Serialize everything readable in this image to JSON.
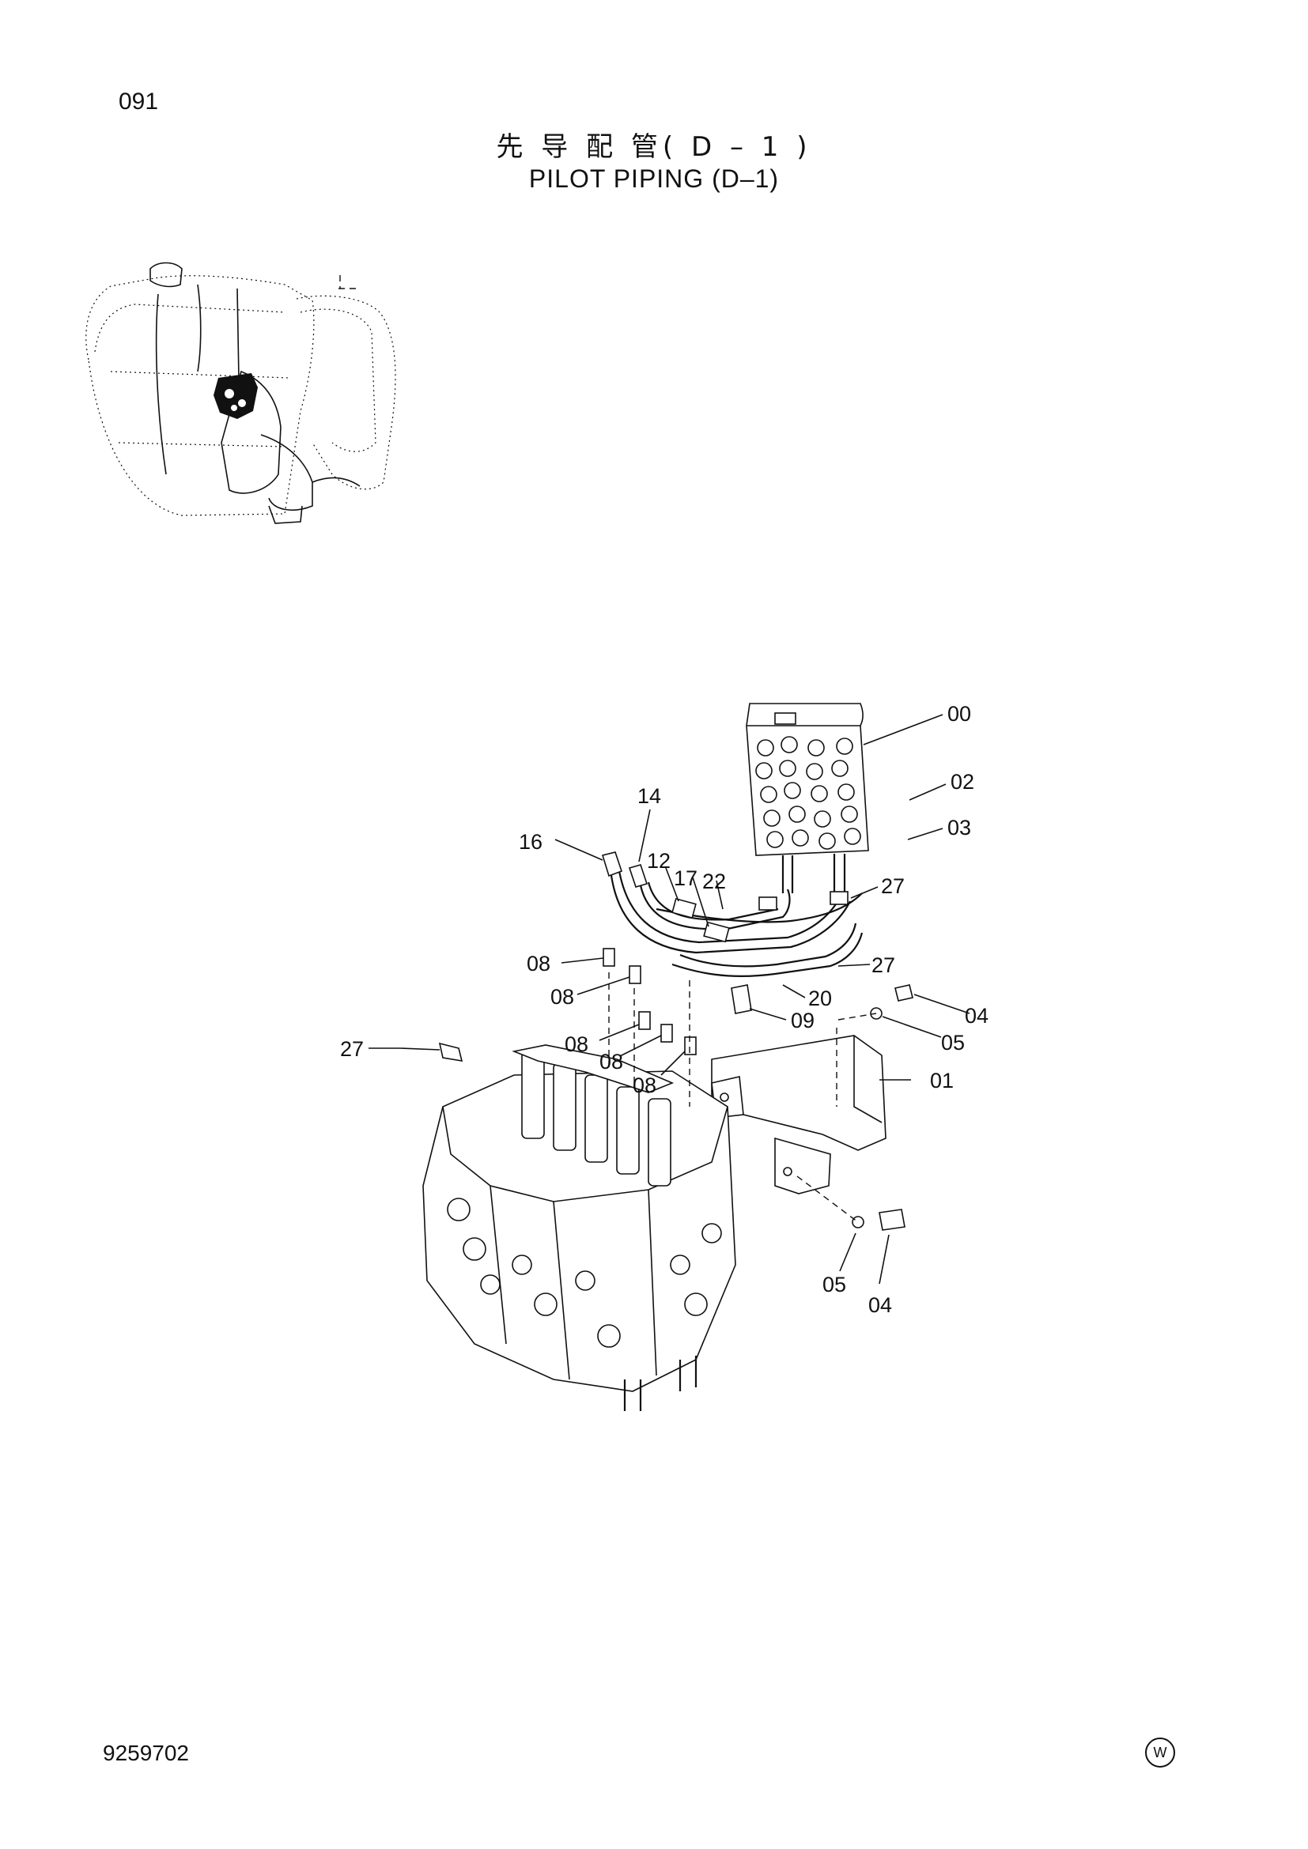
{
  "header": {
    "page_number": "091",
    "title_cn": "先 导 配 管( D – 1 )",
    "title_en": "PILOT PIPING (D–1)"
  },
  "footer": {
    "doc_number": "9259702",
    "mark": "W"
  },
  "callouts": {
    "c00": "00",
    "c01": "01",
    "c02": "02",
    "c03": "03",
    "c04a": "04",
    "c05a": "05",
    "c04b": "04",
    "c05b": "05",
    "c08a": "08",
    "c08b": "08",
    "c08c": "08",
    "c08d": "08",
    "c08e": "08",
    "c09": "09",
    "c12": "12",
    "c14": "14",
    "c16": "16",
    "c17": "17",
    "c20": "20",
    "c22": "22",
    "c27a": "27",
    "c27b": "27",
    "c27c": "27"
  }
}
